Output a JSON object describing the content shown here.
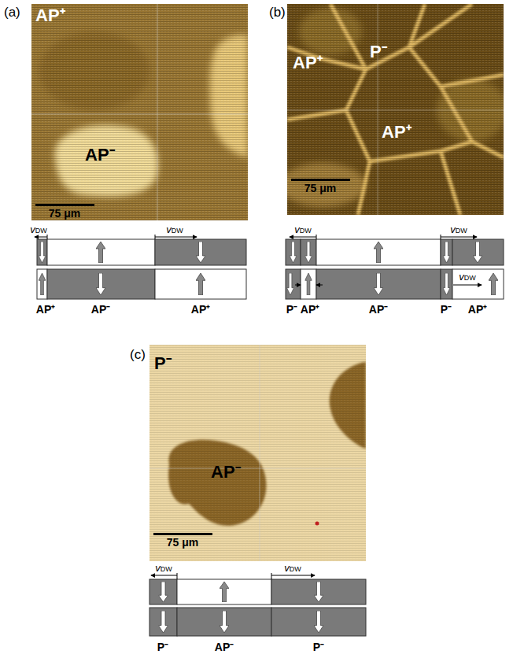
{
  "diagram": {
    "labels": [
      "(a)",
      "AP⁺",
      "AP⁻",
      "75 μm",
      "vDW",
      "vDW",
      "AP⁺",
      "AP⁻",
      "AP⁺",
      "(b)",
      "AP⁺",
      "P⁻",
      "AP⁺",
      "75 μm",
      "vDW",
      "vDW",
      "vDW",
      "P⁻",
      "AP⁺",
      "AP⁻",
      "P⁻",
      "AP⁺",
      "(c)",
      "P⁻",
      "AP⁻",
      "75 μm",
      "vDW",
      "vDW",
      "P⁻",
      "AP⁻",
      "P⁻"
    ]
  }
}
